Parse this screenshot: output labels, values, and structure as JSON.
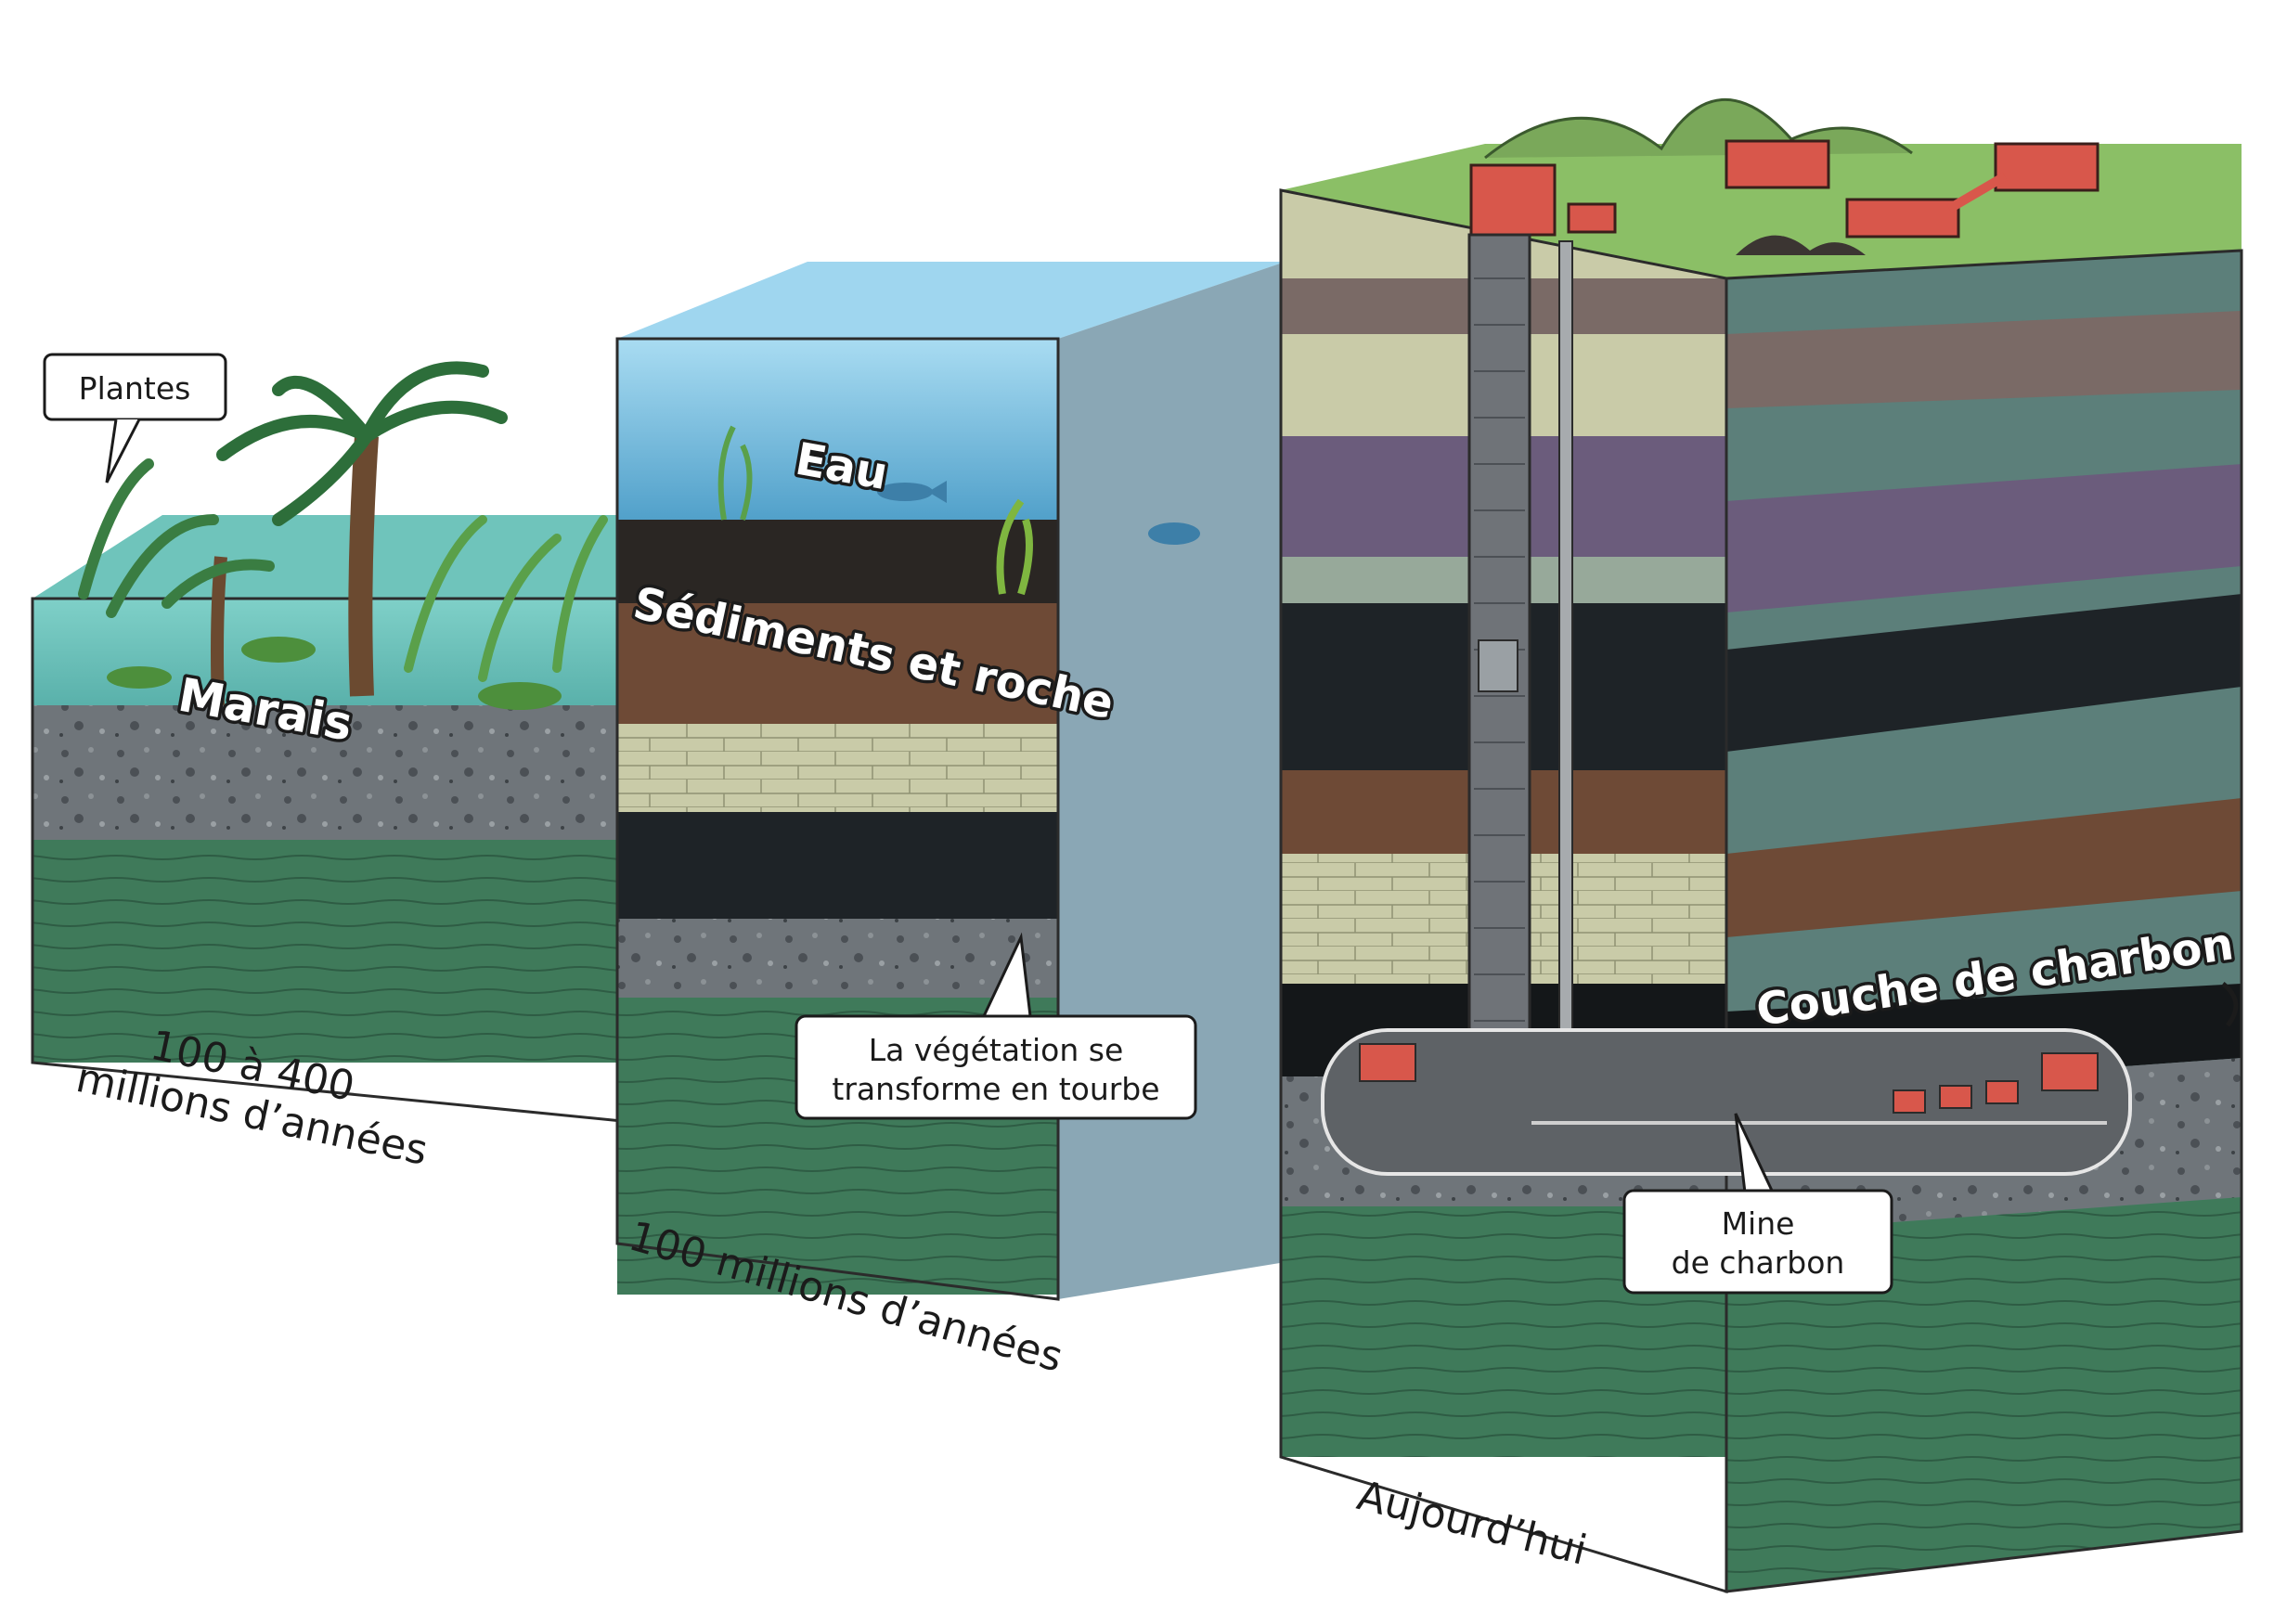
{
  "labels": {
    "plantes": "Plantes",
    "marais": "Marais",
    "eau": "Eau",
    "sediments": "Sédiments et roche",
    "tourbe_line1": "La végétation se",
    "tourbe_line2": "transforme en tourbe",
    "couche": "Couche de charbon",
    "mine_line1": "Mine",
    "mine_line2": "de charbon"
  },
  "eras": {
    "era1_line1": "100 à 400",
    "era1_line2": "millions d’années",
    "era2": "100 millions d’années",
    "era3": "Aujourd’hui"
  },
  "colors": {
    "swamp_water": "#5fb9b0",
    "sea_water": "#7cc4e6",
    "green_rock": "#3f7a5a",
    "gravel": "#6d7378",
    "coal": "#1e2327",
    "brown_rock": "#6e4a36",
    "sandstone": "#c7c9a5",
    "purple_rock": "#6b5c7c",
    "grass": "#7fb45f",
    "building_red": "#d8574b"
  }
}
